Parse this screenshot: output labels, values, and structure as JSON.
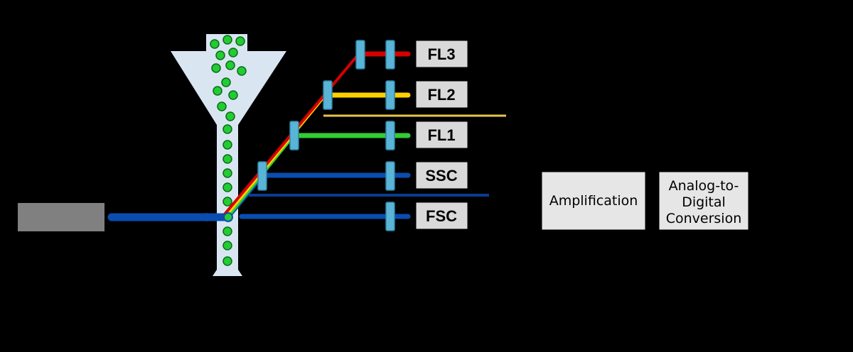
{
  "detectors": [
    {
      "label": "FL3",
      "beam_color": "#D40000"
    },
    {
      "label": "FL2",
      "beam_color": "#FFD000"
    },
    {
      "label": "FL1",
      "beam_color": "#33CC33"
    },
    {
      "label": "SSC",
      "beam_color": "#0A4DB0"
    },
    {
      "label": "FSC",
      "beam_color": "#0A4DB0"
    }
  ],
  "processing": {
    "amplification_label": "Amplification",
    "adc_label_line1": "Analog-to-",
    "adc_label_line2": "Digital",
    "adc_label_line3": "Conversion"
  },
  "colors": {
    "background": "#000000",
    "laser_source": "#808080",
    "laser_beam": "#0A4DB0",
    "flow_cell": "#D9E6F2",
    "particle": "#22CC33",
    "filter": "#5AB4D6",
    "detector_box": "#D9D9D9",
    "guide_yellow": "#E8C44A",
    "guide_blue": "#0A3D8F"
  },
  "icons": {
    "laser": "laser-source-icon",
    "flow_cell": "flow-cell-icon",
    "particle": "cell-particle-icon",
    "filter": "optical-filter-icon"
  }
}
